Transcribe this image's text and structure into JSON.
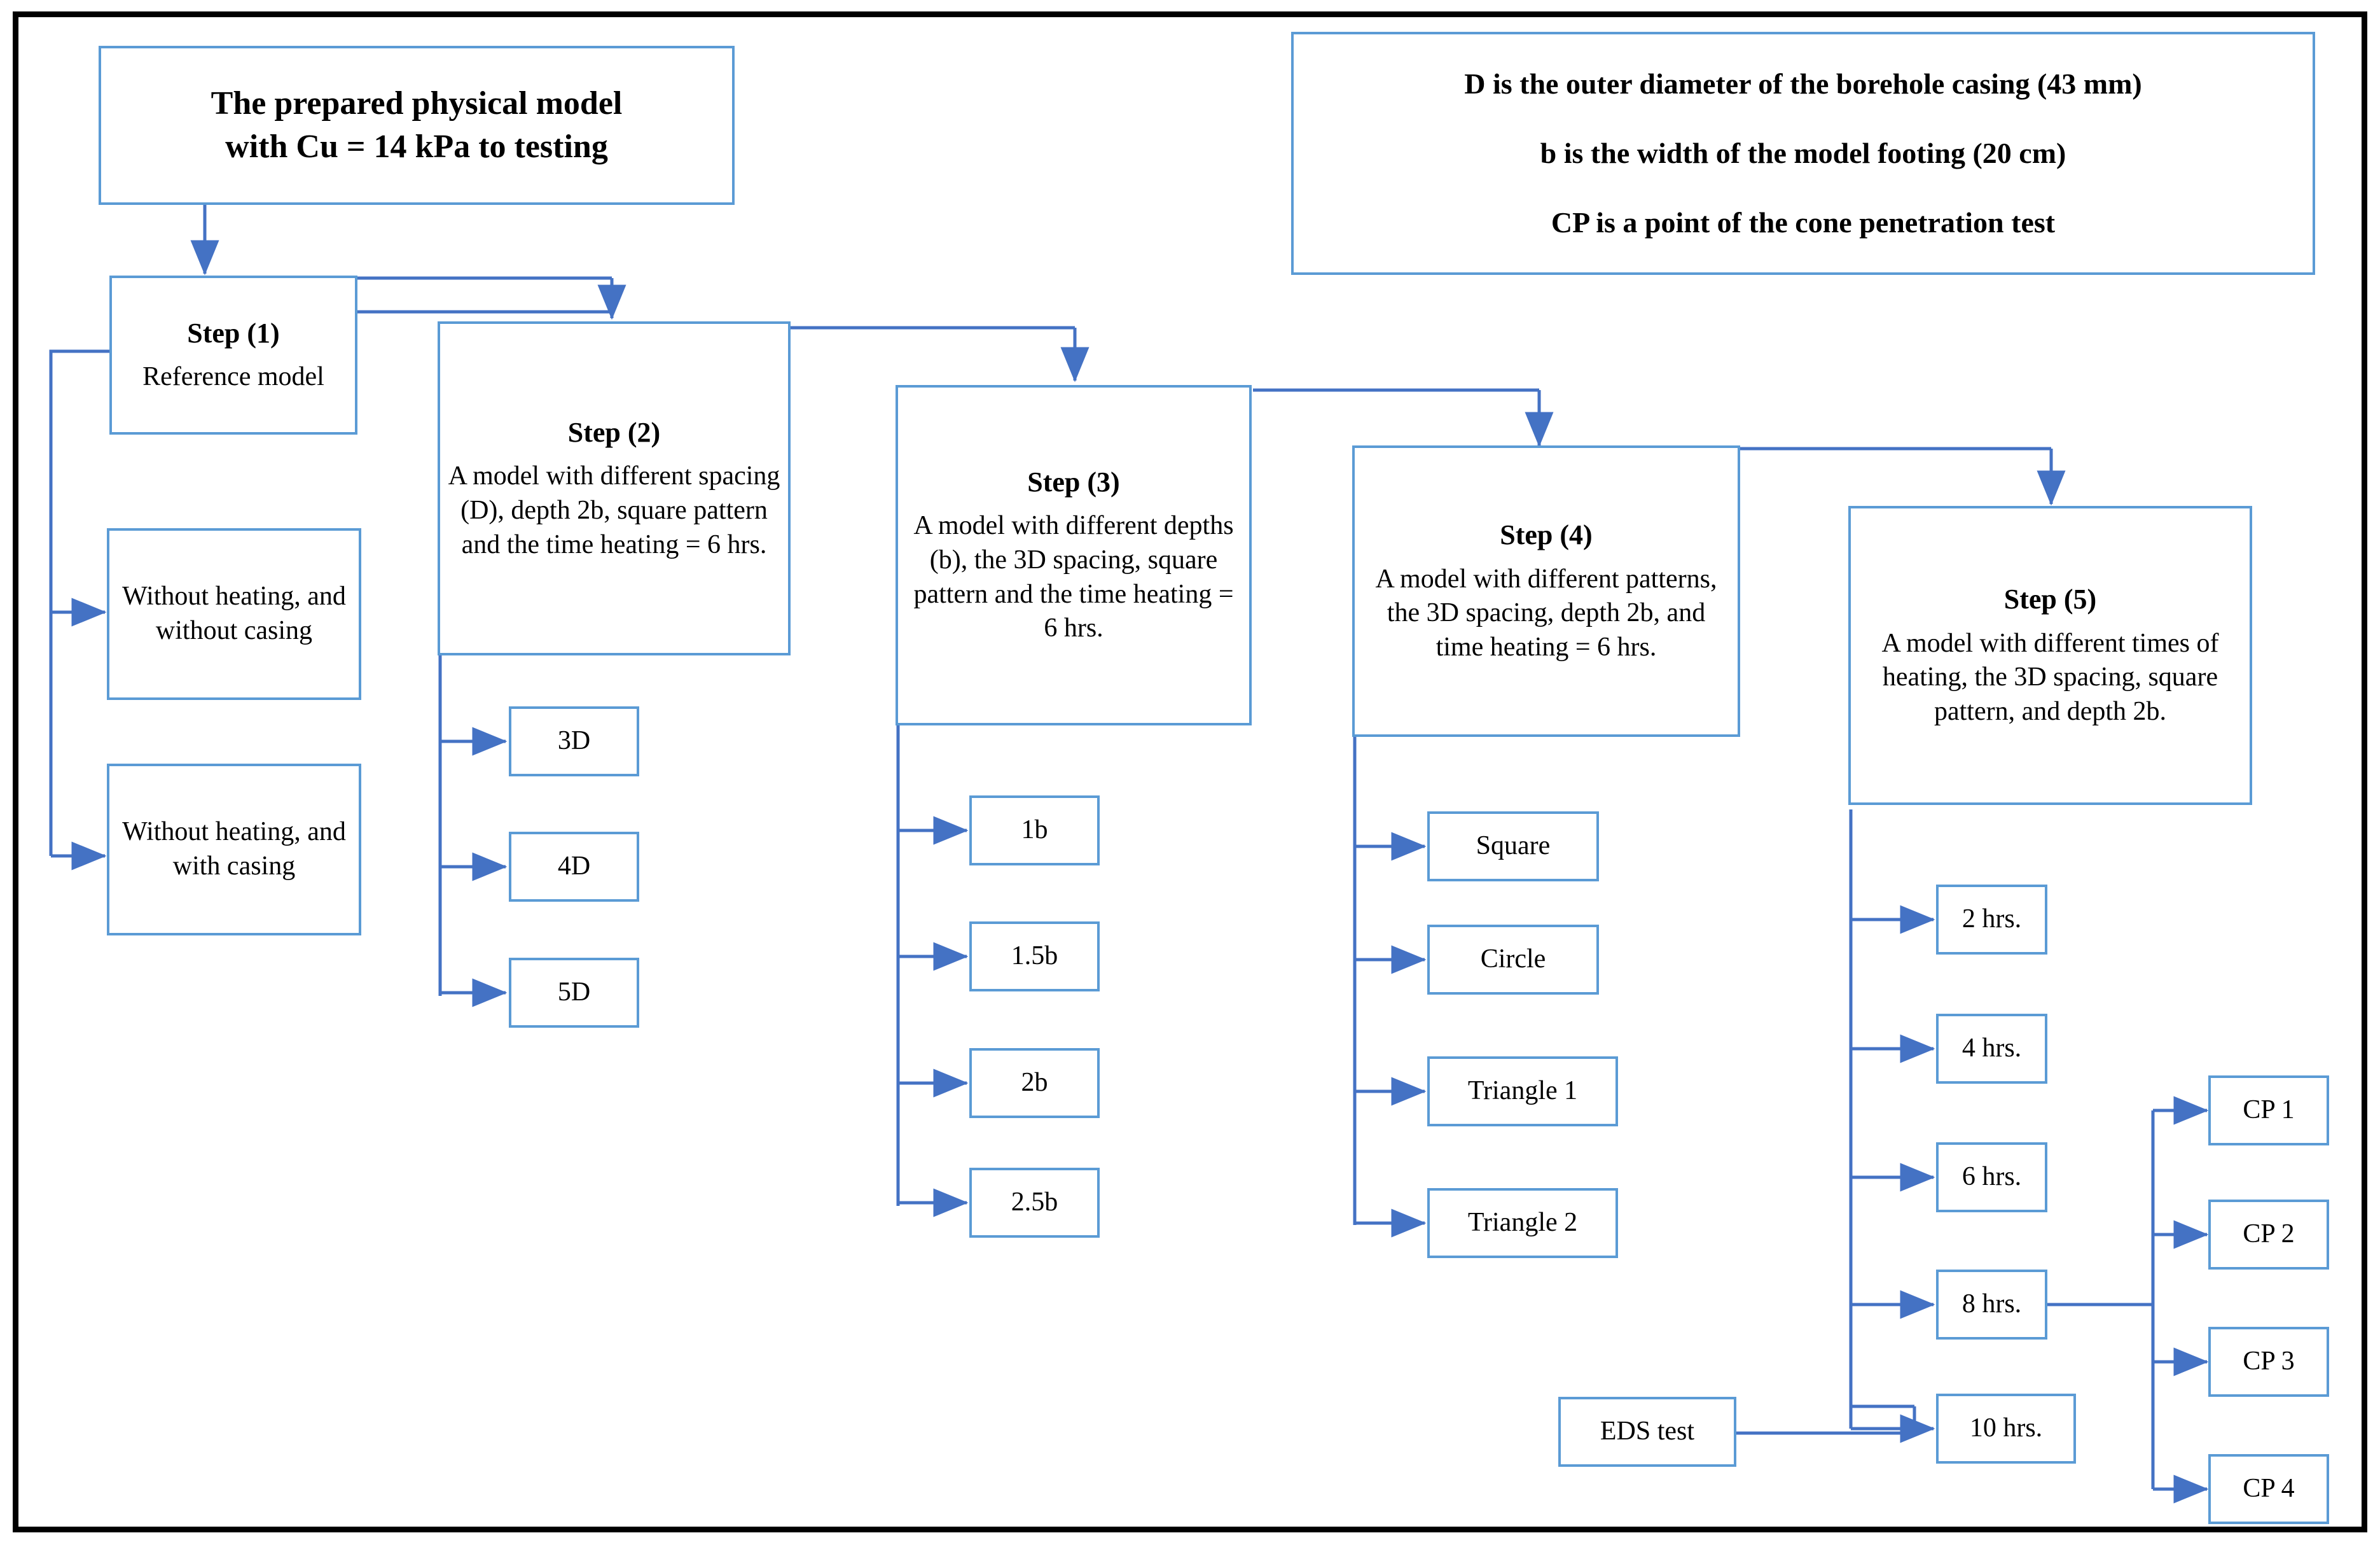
{
  "colors": {
    "box_border": "#5B9BD5",
    "connector": "#4472C4",
    "frame": "#000000",
    "text": "#000000",
    "background": "#FFFFFF"
  },
  "header": {
    "title_line1": "The prepared physical model",
    "title_line2": "with Cu = 14 kPa to testing"
  },
  "legend": {
    "lines": [
      "D is the outer diameter of the borehole casing (43 mm)",
      "b is the width of the model footing (20 cm)",
      "CP is a point of the cone penetration test"
    ]
  },
  "steps": [
    {
      "id": "step-1",
      "title": "Step (1)",
      "body": "Reference model",
      "children": [
        "Without heating, and without casing",
        "Without heating, and with casing"
      ]
    },
    {
      "id": "step-2",
      "title": "Step (2)",
      "body": "A model with different spacing (D), depth 2b, square pattern and the time heating = 6 hrs.",
      "children": [
        "3D",
        "4D",
        "5D"
      ]
    },
    {
      "id": "step-3",
      "title": "Step (3)",
      "body": "A model with different depths (b), the 3D spacing, square pattern and the time heating = 6 hrs.",
      "children": [
        "1b",
        "1.5b",
        "2b",
        "2.5b"
      ]
    },
    {
      "id": "step-4",
      "title": "Step (4)",
      "body": "A model with different patterns, the 3D spacing, depth 2b, and time heating = 6 hrs.",
      "children": [
        "Square",
        "Circle",
        "Triangle 1",
        "Triangle 2"
      ]
    },
    {
      "id": "step-5",
      "title": "Step (5)",
      "body": "A model with different times of heating, the 3D spacing, square pattern, and depth 2b.",
      "children": [
        "2 hrs.",
        "4 hrs.",
        "6 hrs.",
        "8 hrs.",
        "10 hrs."
      ]
    }
  ],
  "cp_points": [
    "CP 1",
    "CP 2",
    "CP 3",
    "CP 4"
  ],
  "eds": {
    "label": "EDS test"
  }
}
